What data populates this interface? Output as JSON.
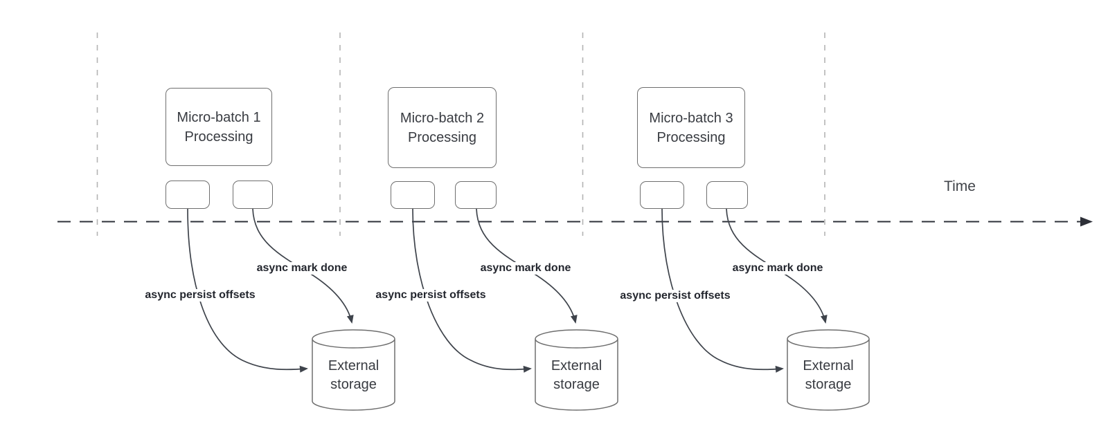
{
  "diagram": {
    "time_label": "Time",
    "groups": [
      {
        "id": "micro-batch-1",
        "process_label": "Micro-batch 1 Processing",
        "persist_label": "async persist offsets",
        "mark_done_label": "async mark done",
        "storage_label": "External storage"
      },
      {
        "id": "micro-batch-2",
        "process_label": "Micro-batch 2 Processing",
        "persist_label": "async persist offsets",
        "mark_done_label": "async mark done",
        "storage_label": "External storage"
      },
      {
        "id": "micro-batch-3",
        "process_label": "Micro-batch 3 Processing",
        "persist_label": "async persist offsets",
        "mark_done_label": "async mark done",
        "storage_label": "External storage"
      }
    ],
    "colors": {
      "canvas_bg": "#ffffff",
      "shape_stroke": "#6e6e6e",
      "connector": "#3e434b",
      "axis": "#2d3038",
      "guide": "#b3b3b3",
      "text": "#383b41",
      "label_text": "#23262e"
    }
  }
}
